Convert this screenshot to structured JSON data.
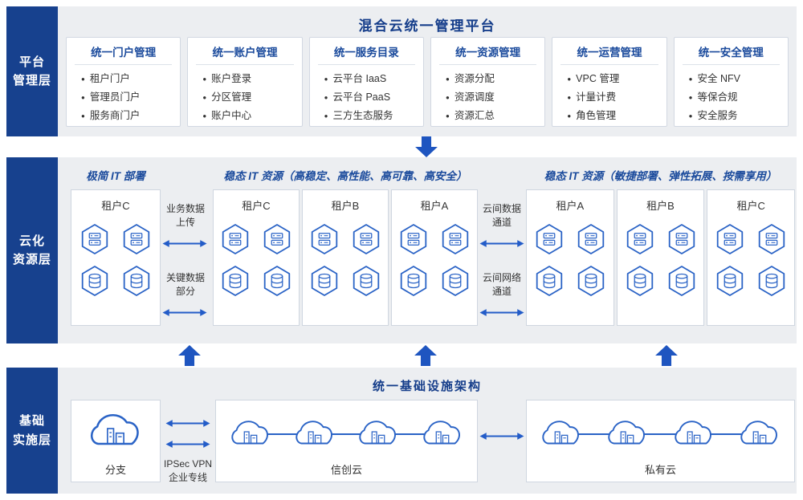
{
  "palette": {
    "sidebar_blue": "#17418e",
    "accent_blue": "#1a4a9c",
    "title_blue": "#153d8a",
    "arrow_blue": "#1e55c0",
    "icon_blue": "#2a63c6",
    "band_gray": "#eceef1",
    "border_gray": "#cfd6e0",
    "text_dark": "#333333"
  },
  "icons": {
    "tenant_compute": "hexagon-server-icon",
    "tenant_storage": "hexagon-database-icon",
    "site": "cloud-datacenter-icon",
    "flow": "double-arrow-icon",
    "layer_flow": "block-arrow-icon"
  },
  "platform": {
    "sidebar": [
      "平台",
      "管理层"
    ],
    "title": "混合云统一管理平台",
    "boxes": [
      {
        "title": "统一门户管理",
        "items": [
          "租户门户",
          "管理员门户",
          "服务商门户"
        ]
      },
      {
        "title": "统一账户管理",
        "items": [
          "账户登录",
          "分区管理",
          "账户中心"
        ]
      },
      {
        "title": "统一服务目录",
        "items": [
          "云平台 IaaS",
          "云平台 PaaS",
          "三方生态服务"
        ]
      },
      {
        "title": "统一资源管理",
        "items": [
          "资源分配",
          "资源调度",
          "资源汇总"
        ]
      },
      {
        "title": "统一运营管理",
        "items": [
          "VPC 管理",
          "计量计费",
          "角色管理"
        ]
      },
      {
        "title": "统一安全管理",
        "items": [
          "安全 NFV",
          "等保合规",
          "安全服务"
        ]
      }
    ]
  },
  "resource": {
    "sidebar": [
      "云化",
      "资源层"
    ],
    "header_left": "极简 IT 部署",
    "header_middle": "稳态 IT 资源（高稳定、高性能、高可靠、高安全）",
    "header_right": "稳态 IT 资源（敏捷部署、弹性拓展、按需享用）",
    "left_tenant": "租户C",
    "middle_tenants": [
      "租户C",
      "租户B",
      "租户A"
    ],
    "right_tenants": [
      "租户A",
      "租户B",
      "租户C"
    ],
    "left_links": [
      [
        "业务数据",
        "上传"
      ],
      [
        "关键数据",
        "部分"
      ]
    ],
    "right_links": [
      [
        "云间数据",
        "通道"
      ],
      [
        "云间网络",
        "通道"
      ]
    ]
  },
  "infra": {
    "sidebar": [
      "基础",
      "实施层"
    ],
    "title": "统一基础设施架构",
    "branch_label": "分支",
    "vpn_lines": [
      "IPSec VPN",
      "企业专线"
    ],
    "xinchuang_label": "信创云",
    "private_label": "私有云"
  }
}
